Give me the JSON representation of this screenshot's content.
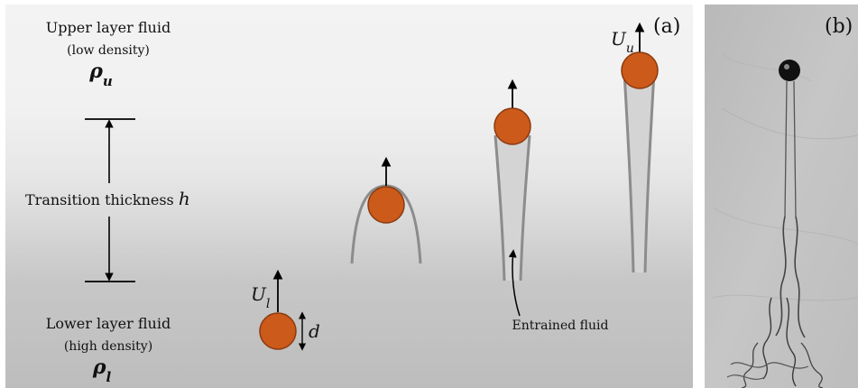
{
  "panel_a": {
    "tag": "(a)",
    "upper": {
      "title": "Upper layer fluid",
      "note": "(low density)",
      "symbol": "ρ",
      "symbol_sub": "u"
    },
    "transition": {
      "label": "Transition thickness",
      "symbol": "h"
    },
    "lower": {
      "title": "Lower layer fluid",
      "note": "(high density)",
      "symbol": "ρ",
      "symbol_sub": "l"
    },
    "velocity_lower": {
      "symbol": "U",
      "sub": "l"
    },
    "velocity_upper": {
      "symbol": "U",
      "sub": "u"
    },
    "diameter": {
      "symbol": "d"
    },
    "entrained": "Entrained fluid"
  },
  "panel_b": {
    "tag": "(b)"
  },
  "colors": {
    "sphere_fill": "#cc5a1a",
    "sphere_stroke": "#8a3a10",
    "wake_line": "#8c8c8c",
    "wake_fill": "#d4d4d4",
    "upper_bg": "#f2f2f2",
    "lower_bg": "#bdbdbd"
  }
}
